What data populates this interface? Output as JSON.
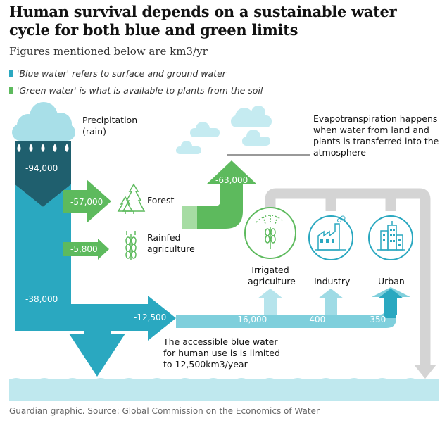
{
  "header": {
    "title": "Human survival depends on a sustainable water cycle for both blue and green limits",
    "subtitle": "Figures mentioned below are km3/yr"
  },
  "legend": [
    {
      "label": "'Blue water' refers to surface and ground water",
      "color": "#2aa8c0"
    },
    {
      "label": "'Green water' is what is available to plants from the soil",
      "color": "#5dba5d"
    }
  ],
  "flows": {
    "precipitation": {
      "label": "Precipitation (rain)",
      "value": "-94,000"
    },
    "forest": {
      "label": "Forest",
      "value": "-57,000"
    },
    "rainfed": {
      "label": "Rainfed agriculture",
      "value": "-5,800"
    },
    "evapotranspiration": {
      "label": "Evapotranspiration happens when water from land and plants is transferred into the atmosphere",
      "value": "-63,000"
    },
    "blue_main": {
      "value": "-38,000"
    },
    "accessible": {
      "value": "-12,500",
      "note": "The accessible blue water for human use is is limited to 12,500km3/year"
    },
    "irrigated": {
      "label": "Irrigated agriculture",
      "value": "-16,000"
    },
    "industry": {
      "label": "Industry",
      "value": "-400"
    },
    "urban": {
      "label": "Urban",
      "value": "-350"
    }
  },
  "footer": "Guardian graphic. Source: Global Commission on the Economics of Water",
  "colors": {
    "blue": "#2aa8c0",
    "blue_dark": "#1f5f6e",
    "blue_light": "#7fcfdc",
    "green": "#5dba5d",
    "green_light": "#a6dca3",
    "grey": "#d4d4d4",
    "cloud": "#a8dfe8",
    "water": "#bfe8ee"
  }
}
